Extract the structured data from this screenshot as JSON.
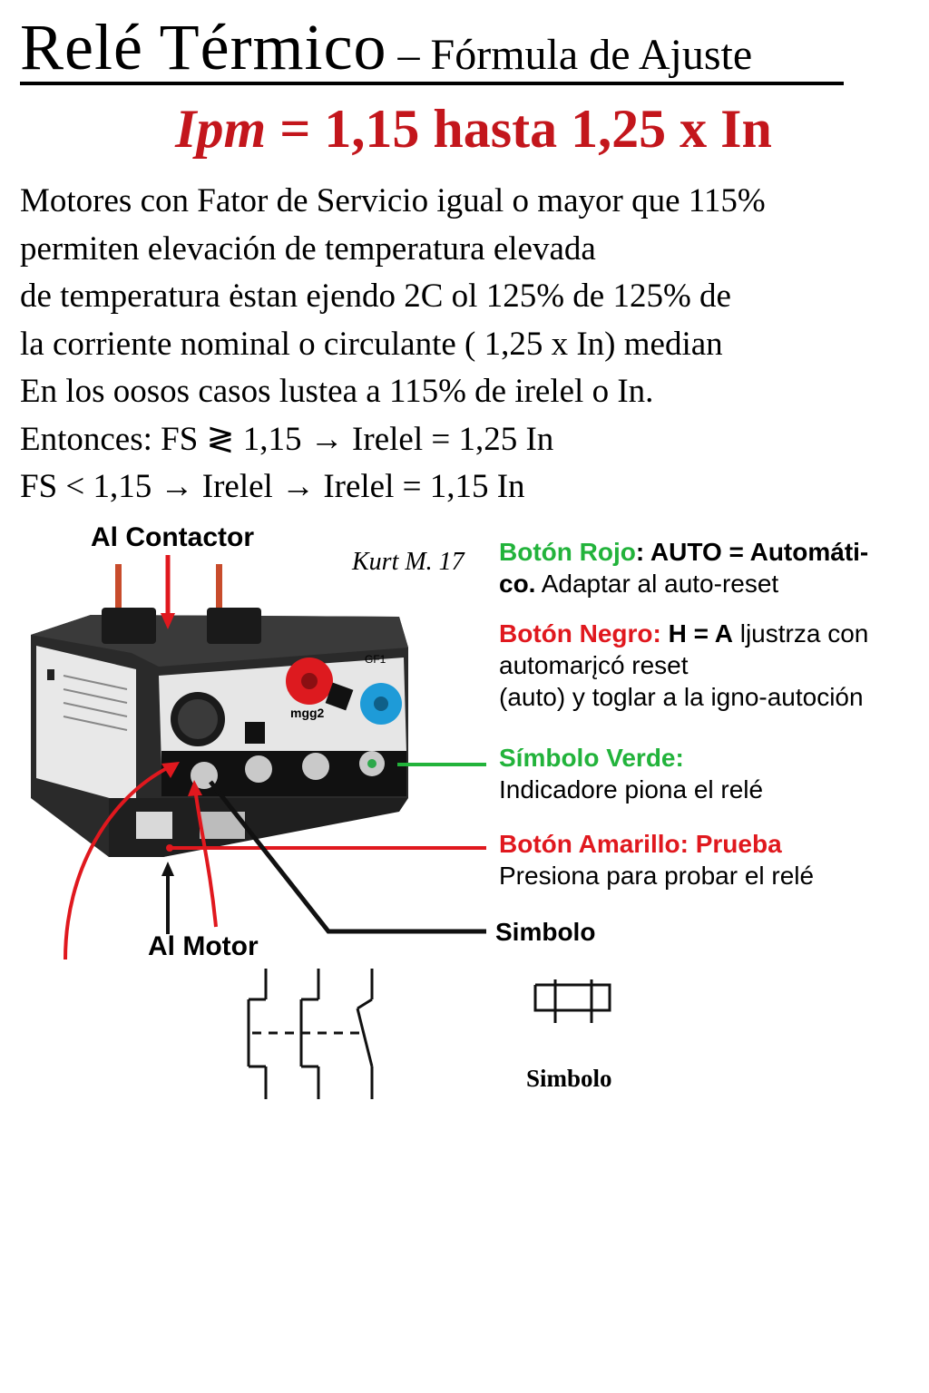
{
  "title": {
    "main": "Relé Térmico",
    "sub": "– Fórmula de Ajuste"
  },
  "formula": {
    "italic_part": "Ipm",
    "rest": " = 1,15 hasta 1,25 x In"
  },
  "paragraph": [
    "Motores con Fator de Servicio igual o mayor que 115%",
    "permiten elevación de temperatura elevada",
    "de temperatura ėstan ejendo 2C ol 125% de 125% de",
    "la corriente nominal o circulante ( 1,25 x In) median",
    "En los oosos casos lustea a 115% de irelel o In.",
    "Entonces: FS ≷ 1,15 → Irelel = 1,25 In",
    "FS < 1,15 → Irelel   → Irelel = 1,15 In"
  ],
  "labels": {
    "contactor": "Al Contactor",
    "motor": "Al Motor",
    "credit": "Kurt M. 17",
    "simbolo_callout": "Simbolo",
    "simbolo_bottom": "Simbolo"
  },
  "device_markings": {
    "brand": "mgg2",
    "tag": "GF1"
  },
  "callouts": {
    "red_button": {
      "title": "Botón Rojo",
      "sep": ": ",
      "bold": "AUTO = Automáti-",
      "bold2": "co.",
      "text2": " Adaptar al auto-reset"
    },
    "black_button": {
      "title": "Botón Negro:",
      "bold": " H = A",
      "text": " ljustrza con",
      "line2": "automarįcó reset",
      "line3": "(auto) y toglar a la igno-autoción"
    },
    "green_symbol": {
      "title": "Símbolo Verde:",
      "line2": "Indicadore piona el relé"
    },
    "yellow_button": {
      "title": "Botón Amarillo: Prueba",
      "line2": "Presiona para probar el relé"
    }
  },
  "colors": {
    "accent_red": "#e0181e",
    "title_red": "#c3161c",
    "green": "#22b33b",
    "blue_dial": "#1e9bd8"
  }
}
